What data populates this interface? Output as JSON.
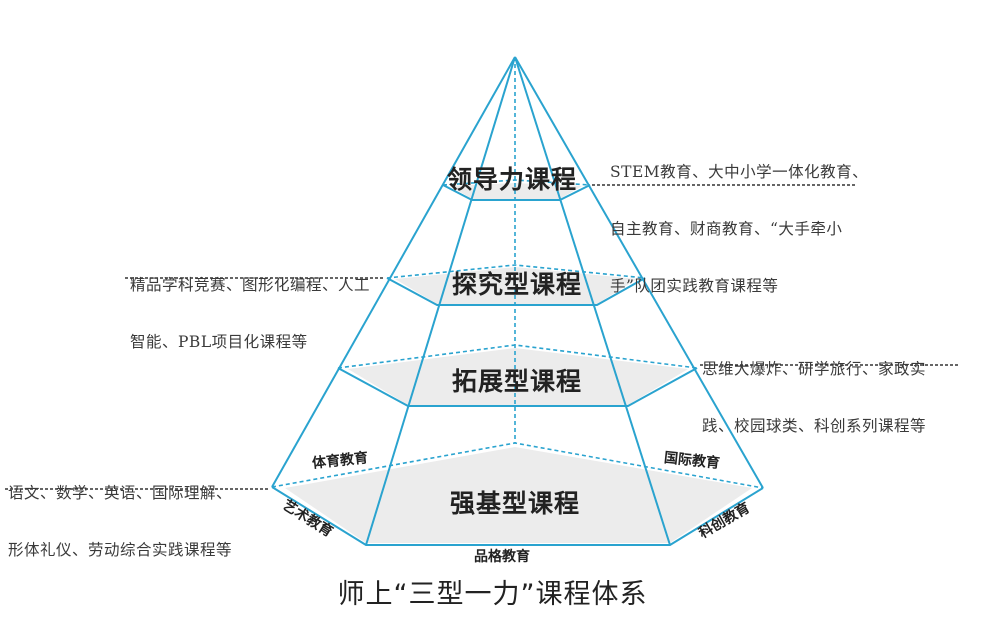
{
  "title": "师上“三型一力”课程体系",
  "colors": {
    "edge": "#2aa3cf",
    "band_fill": "#ececec",
    "text": "#222222",
    "leader": "#333333"
  },
  "tiers": [
    {
      "name": "领导力课程",
      "description_lines": [
        "STEM教育、大中小学一体化教育、",
        "自主教育、财商教育、“大手牵小",
        "手”队团实践教育课程等"
      ],
      "description_side": "right"
    },
    {
      "name": "探究型课程",
      "description_lines": [
        "精品学科竞赛、图形化编程、人工",
        "智能、PBL项目化课程等"
      ],
      "description_side": "left"
    },
    {
      "name": "拓展型课程",
      "description_lines": [
        "思维大爆炸、研学旅行、家政实",
        "践、校园球类、科创系列课程等"
      ],
      "description_side": "right"
    },
    {
      "name": "强基型课程",
      "description_lines": [
        "语文、数学、英语、国际理解、",
        "形体礼仪、劳动综合实践课程等"
      ],
      "description_side": "left"
    }
  ],
  "base_sides": [
    {
      "label": "体育教育",
      "position": "back-left"
    },
    {
      "label": "国际教育",
      "position": "back-right"
    },
    {
      "label": "艺术教育",
      "position": "front-left"
    },
    {
      "label": "品格教育",
      "position": "front"
    },
    {
      "label": "科创教育",
      "position": "front-right"
    }
  ]
}
